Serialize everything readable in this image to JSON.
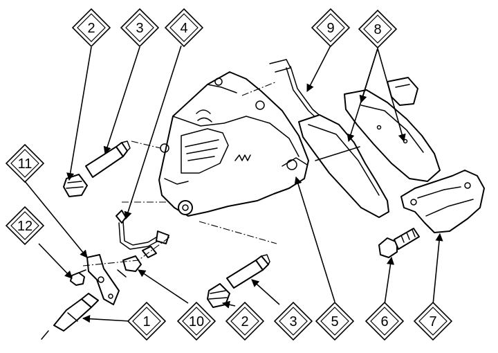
{
  "diagram": {
    "parts": [
      {
        "id": "1",
        "label": "1"
      },
      {
        "id": "2a",
        "label": "2"
      },
      {
        "id": "2b",
        "label": "2"
      },
      {
        "id": "3a",
        "label": "3"
      },
      {
        "id": "3b",
        "label": "3"
      },
      {
        "id": "4",
        "label": "4"
      },
      {
        "id": "5",
        "label": "5"
      },
      {
        "id": "6",
        "label": "6"
      },
      {
        "id": "7",
        "label": "7"
      },
      {
        "id": "8",
        "label": "8"
      },
      {
        "id": "9",
        "label": "9"
      },
      {
        "id": "10",
        "label": "10"
      },
      {
        "id": "11",
        "label": "11"
      },
      {
        "id": "12",
        "label": "12"
      }
    ]
  }
}
